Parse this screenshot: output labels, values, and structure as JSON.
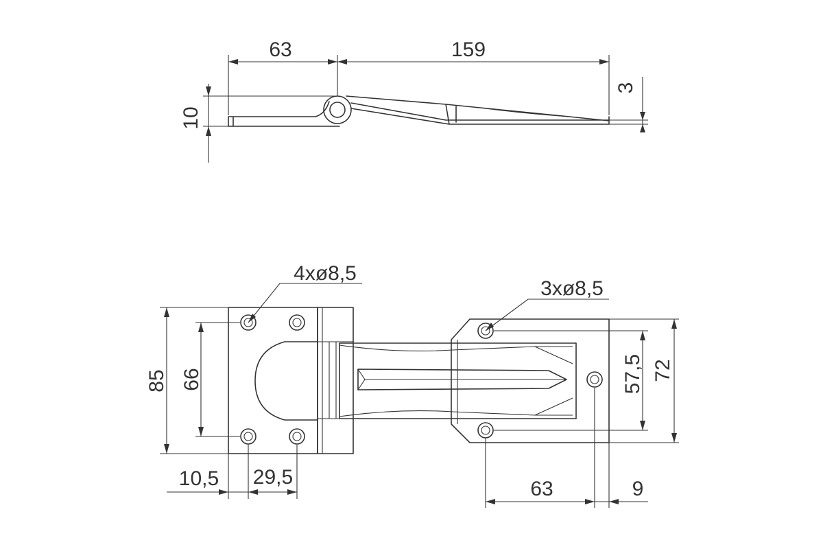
{
  "side_view": {
    "dims": {
      "len_63": "63",
      "len_159": "159",
      "thick_3": "3",
      "height_10": "10"
    }
  },
  "top_view": {
    "holes_left_label": "4xø8,5",
    "holes_right_label": "3xø8,5",
    "dims": {
      "height_85": "85",
      "holes_66": "66",
      "height_72": "72",
      "holes_57_5": "57,5",
      "edge_10_5": "10,5",
      "holes_29_5": "29,5",
      "holes_63": "63",
      "edge_9": "9"
    }
  },
  "colors": {
    "line": "#333333",
    "background": "#ffffff"
  }
}
